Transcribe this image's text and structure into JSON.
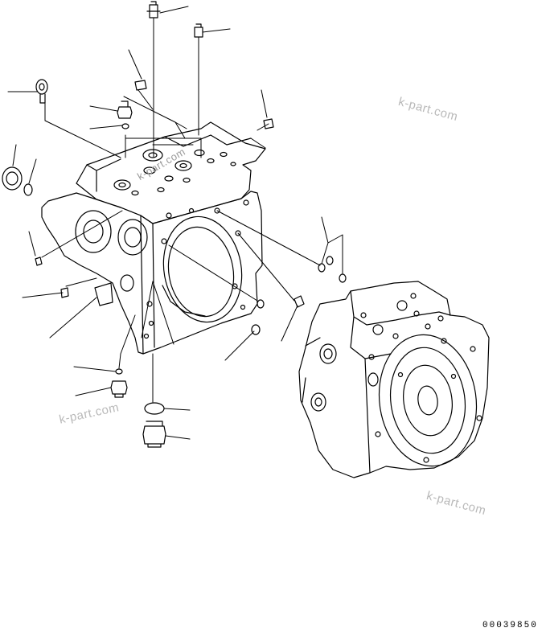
{
  "watermarks": [
    "k-part.com",
    "k-part.com",
    "k-part.com",
    "k-part.com"
  ],
  "drawing_number": "00039850"
}
